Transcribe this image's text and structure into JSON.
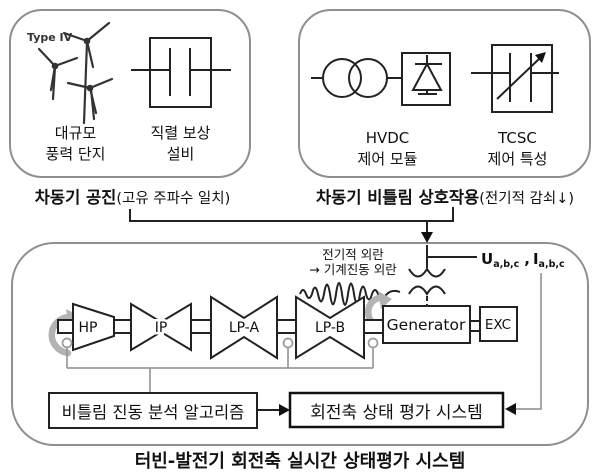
{
  "ssr_panel": {
    "type_label": "Type IV",
    "wind_farm_label": [
      "대규모",
      "풍력 단지"
    ],
    "series_comp_label": [
      "직렬 보상",
      "설비"
    ],
    "caption_bold": "차동기 공진",
    "caption_note": "(고유 주파수 일치)"
  },
  "ssti_panel": {
    "hvdc_label": [
      "HVDC",
      "제어 모듈"
    ],
    "tcsc_label": [
      "TCSC",
      "제어 특성"
    ],
    "caption_bold": "차동기 비틀림 상호작용",
    "caption_note": "(전기적 감쇠↓)"
  },
  "shaft_system": {
    "disturbance_note": [
      "전기적 외란",
      "→ 기계진동 외란"
    ],
    "turbine_sections": [
      "HP",
      "IP",
      "LP-A",
      "LP-B"
    ],
    "generator_label": "Generator",
    "exciter_label": "EXC",
    "voltage_symbol": "U",
    "voltage_subscript": "a,b,c",
    "separator": ",",
    "current_symbol": "I",
    "current_subscript": "a,b,c",
    "analysis_box_label": "비틀림 진동 분석 알고리즘",
    "evaluation_box_label": "회전축 상태 평가 시스템"
  },
  "caption": "터빈-발전기 회전축 실시간 상태평가 시스템",
  "colors": {
    "line_black": "#222222",
    "panel_border": "#8f8f8f",
    "wiring_gray": "#999999",
    "rotation_gray": "#b3b3b3",
    "text": "#111111"
  }
}
